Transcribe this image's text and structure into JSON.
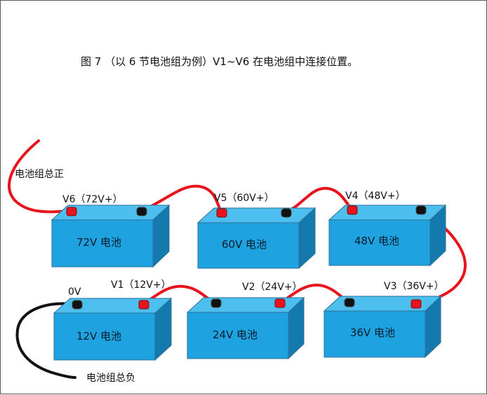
{
  "caption": "图 7    （以 6 节电池组为例）V1~V6 在电池组中连接位置。",
  "labels": {
    "pack_positive": "电池组总正",
    "pack_negative": "电池组总负"
  },
  "batteries": [
    {
      "name": "72V 电池",
      "terminal_label": "V6（72V+）"
    },
    {
      "name": "60V 电池",
      "terminal_label": "V5（60V+）"
    },
    {
      "name": "48V 电池",
      "terminal_label": "V4（48V+）"
    },
    {
      "name": "12V 电池",
      "terminal_label": "V1（12V+）",
      "ground_label": "0V"
    },
    {
      "name": "24V 电池",
      "terminal_label": "V2（24V+）"
    },
    {
      "name": "36V 电池",
      "terminal_label": "V3（36V+）"
    }
  ],
  "colors": {
    "battery_front": "#1ea3e0",
    "battery_top": "#4cbfee",
    "battery_side": "#1479ad",
    "positive_terminal": "#e8141c",
    "negative_terminal": "#111111",
    "positive_wire": "#e8141c",
    "negative_wire": "#111111"
  }
}
